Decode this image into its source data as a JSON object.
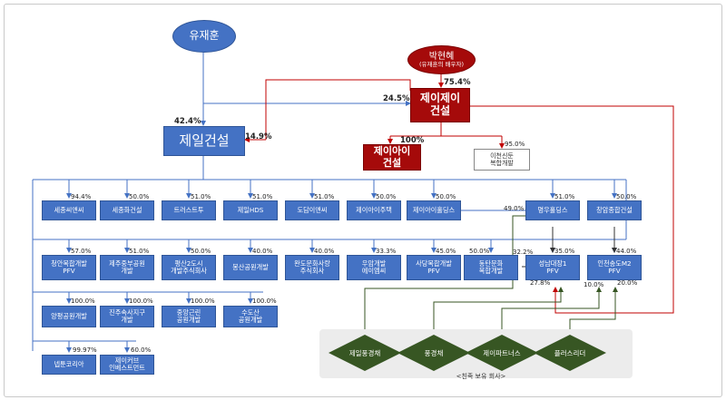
{
  "top_person": "유재훈",
  "spouse": {
    "name": "박현혜",
    "note": "(유재훈의 배우자)"
  },
  "main_company": "제일건설",
  "jei_company": "제이제이\n건설",
  "jai_company": "제이아이\n건설",
  "icheon": "이천신둔\n복합개발",
  "percents": {
    "p_main": "42.4%",
    "p_jj_main": "14.9%",
    "p_jj_spouse": "75.4%",
    "p_jj_main_left": "24.5%",
    "p_jai": "100%",
    "p_icheon": "95.0%"
  },
  "row1": [
    {
      "name": "세종씨앤씨",
      "pct": "94.4%"
    },
    {
      "name": "세종화건설",
      "pct": "50.0%"
    },
    {
      "name": "트러스트투",
      "pct": "51.0%"
    },
    {
      "name": "제일HDS",
      "pct": "51.0%"
    },
    {
      "name": "도담이앤씨",
      "pct": "51.0%"
    },
    {
      "name": "제이아이주택",
      "pct": "50.0%"
    },
    {
      "name": "제이아이홀딩스",
      "pct": "50.0%"
    },
    {
      "name": "명우홀딩스",
      "pct": "51.0%"
    },
    {
      "name": "창암종합건설",
      "pct": "50.0%"
    }
  ],
  "row2": [
    {
      "name": "청안복합개발\nPFV",
      "pct": "57.0%"
    },
    {
      "name": "제주중부공원\n개발",
      "pct": "51.0%"
    },
    {
      "name": "평산2도시\n개발주식회사",
      "pct": "50.0%"
    },
    {
      "name": "봉산공원개발",
      "pct": "40.0%"
    },
    {
      "name": "완도문화사랑\n주식회사",
      "pct": "40.0%"
    },
    {
      "name": "우암개발\n에이엠씨",
      "pct": "33.3%"
    },
    {
      "name": "사당복합개발\nPFV",
      "pct": "45.0%"
    },
    {
      "name": "동탄문화\n복합개발",
      "pct": "50.0%"
    },
    {
      "name": "성남대장1\nPFV",
      "pct": "35.0%"
    },
    {
      "name": "인천송도M2\nPFV",
      "pct": "44.0%"
    }
  ],
  "row2_extra": {
    "p_mw_to_sn": "49.0%",
    "p_sn_left": "32.2%",
    "p_sn_bottom": "27.8%",
    "p_in_bottom_left": "10.0%",
    "p_in_bottom_right": "20.0%"
  },
  "row3": [
    {
      "name": "양평공원개발",
      "pct": "100.0%"
    },
    {
      "name": "진주속사지구\n개발",
      "pct": "100.0%"
    },
    {
      "name": "중앙근린\n공원개발",
      "pct": "100.0%"
    },
    {
      "name": "수도산\n공원개발",
      "pct": "100.0%"
    }
  ],
  "row4": [
    {
      "name": "넵툰코리아",
      "pct": "99.97%"
    },
    {
      "name": "제이커브\n인베스트먼트",
      "pct": "60.0%"
    }
  ],
  "relatives": [
    "제일풍경채",
    "풍경채",
    "제이파트너스",
    "플러스리더"
  ],
  "relatives_caption": "<친족 보유 회사>",
  "colors": {
    "blue": "#4472c4",
    "dark_red": "#a50a0a",
    "red_line": "#c00000",
    "green": "#375623"
  }
}
